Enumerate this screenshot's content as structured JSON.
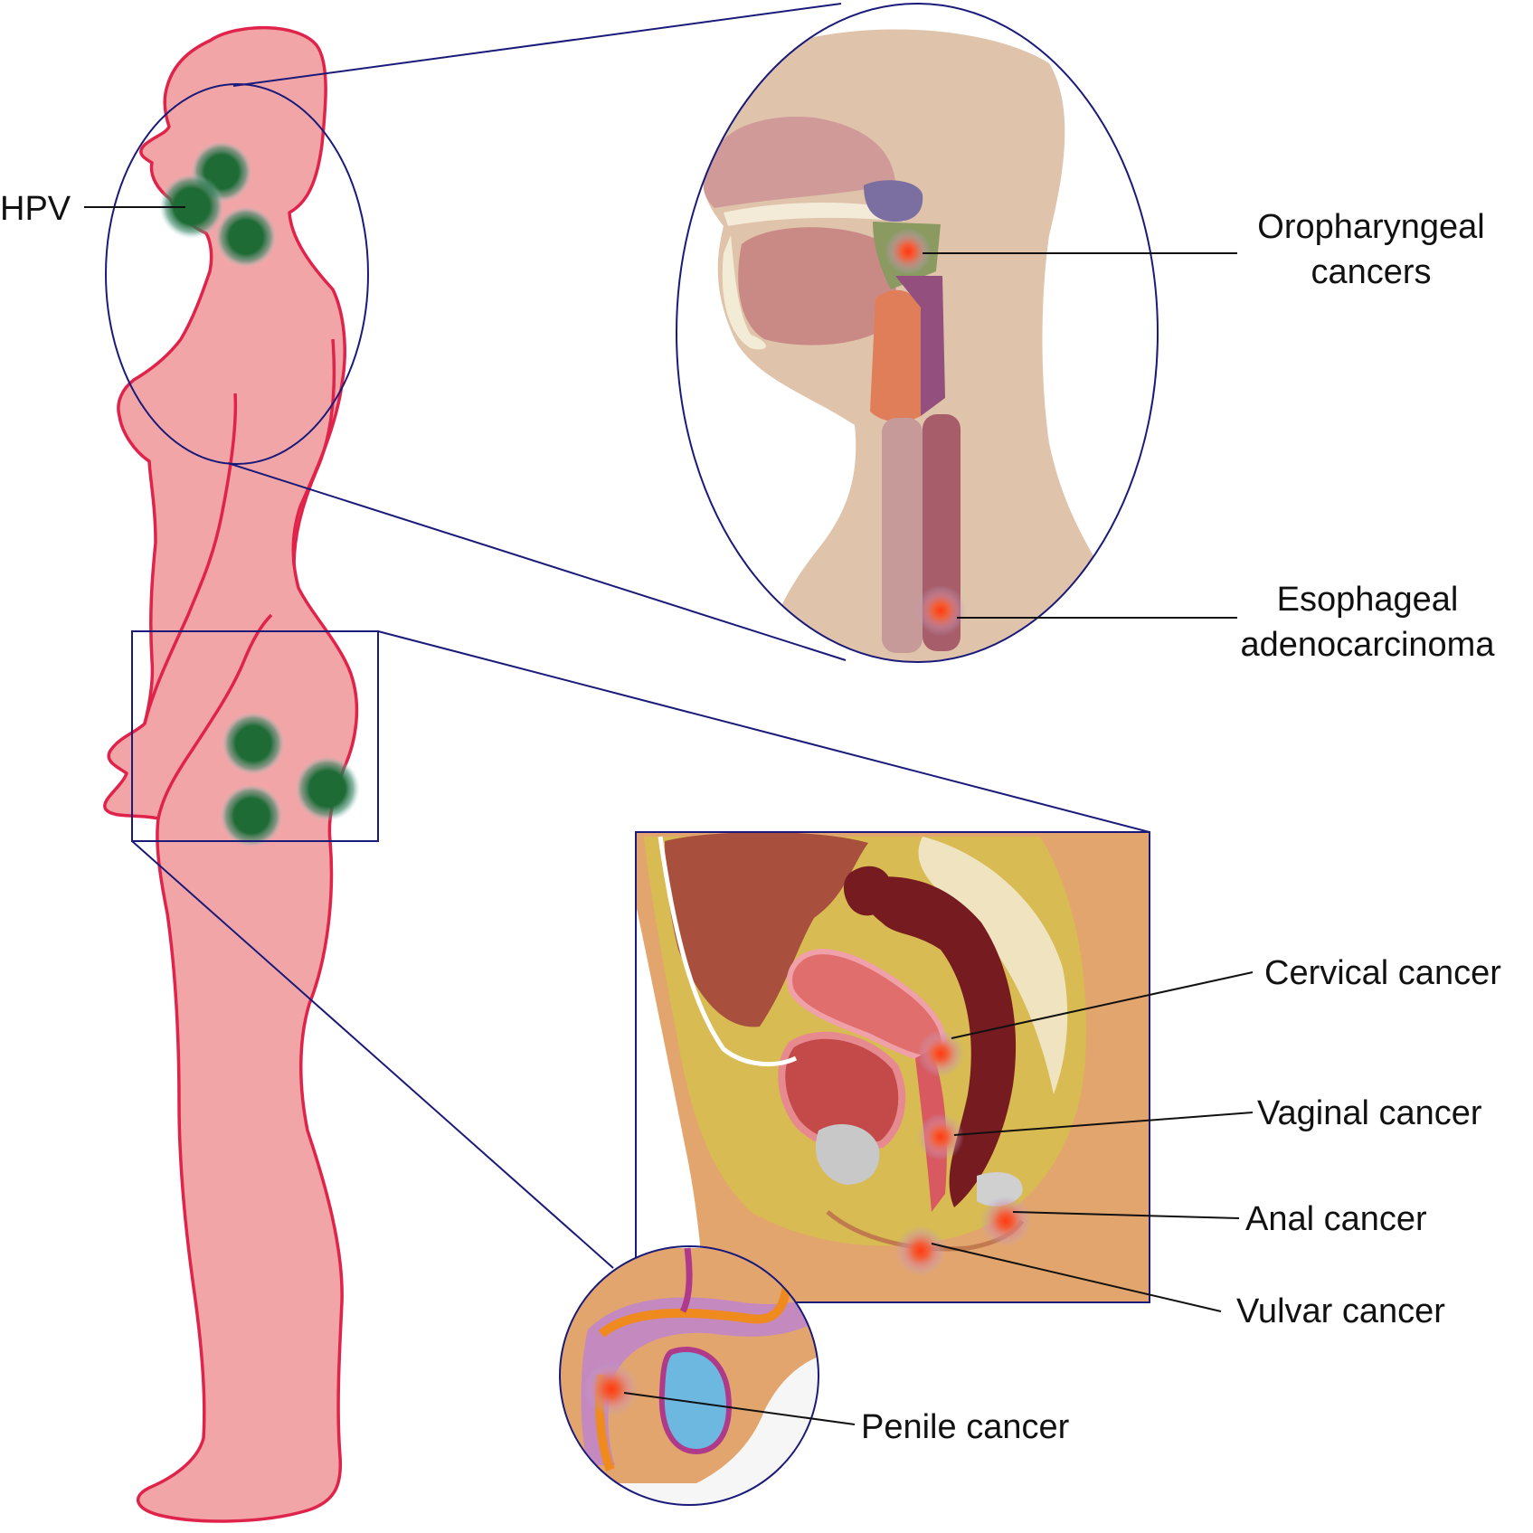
{
  "labels": {
    "hpv": "HPV",
    "oropharyngeal_line1": "Oropharyngeal",
    "oropharyngeal_line2": "cancers",
    "esophageal_line1": "Esophageal",
    "esophageal_line2": "adenocarcinoma",
    "cervical": "Cervical cancer",
    "vaginal": "Vaginal cancer",
    "anal": "Anal cancer",
    "vulvar": "Vulvar cancer",
    "penile": "Penile cancer"
  },
  "colors": {
    "body_fill": "#f2a5a6",
    "body_outline": "#e0234a",
    "virus": "#1e6b35",
    "lesion": "#f05a28",
    "frame": "#1a1a7a"
  }
}
